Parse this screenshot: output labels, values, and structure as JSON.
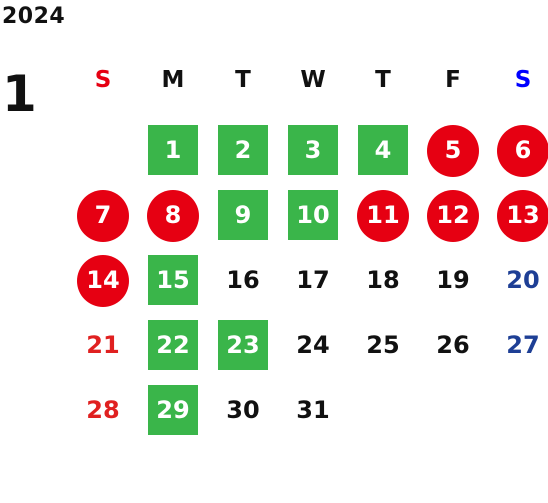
{
  "calendar": {
    "year": "2024",
    "month": "1",
    "colors": {
      "sunday": "#e60012",
      "saturday": "#0000ff",
      "holiday_bg": "#e60012",
      "business_bg": "#3ab54a",
      "weekday_text": "#111111",
      "weekend_number": "#1e3f95"
    },
    "weekdays": [
      {
        "label": "S",
        "color": "#e60012"
      },
      {
        "label": "M",
        "color": "#111111"
      },
      {
        "label": "T",
        "color": "#111111"
      },
      {
        "label": "W",
        "color": "#111111"
      },
      {
        "label": "T",
        "color": "#111111"
      },
      {
        "label": "F",
        "color": "#111111"
      },
      {
        "label": "S",
        "color": "#0000ff"
      }
    ],
    "weeks": [
      [
        null,
        {
          "day": "1",
          "style": "green"
        },
        {
          "day": "2",
          "style": "green"
        },
        {
          "day": "3",
          "style": "green"
        },
        {
          "day": "4",
          "style": "green"
        },
        {
          "day": "5",
          "style": "red"
        },
        {
          "day": "6",
          "style": "red"
        }
      ],
      [
        {
          "day": "7",
          "style": "red"
        },
        {
          "day": "8",
          "style": "red"
        },
        {
          "day": "9",
          "style": "green"
        },
        {
          "day": "10",
          "style": "green"
        },
        {
          "day": "11",
          "style": "red"
        },
        {
          "day": "12",
          "style": "red"
        },
        {
          "day": "13",
          "style": "red"
        }
      ],
      [
        {
          "day": "14",
          "style": "red"
        },
        {
          "day": "15",
          "style": "green"
        },
        {
          "day": "16",
          "style": "plain"
        },
        {
          "day": "17",
          "style": "plain"
        },
        {
          "day": "18",
          "style": "plain"
        },
        {
          "day": "19",
          "style": "plain"
        },
        {
          "day": "20",
          "style": "plain",
          "text_color": "#1e3f95"
        }
      ],
      [
        {
          "day": "21",
          "style": "plain",
          "text_color": "#e02020"
        },
        {
          "day": "22",
          "style": "green"
        },
        {
          "day": "23",
          "style": "green"
        },
        {
          "day": "24",
          "style": "plain"
        },
        {
          "day": "25",
          "style": "plain"
        },
        {
          "day": "26",
          "style": "plain"
        },
        {
          "day": "27",
          "style": "plain",
          "text_color": "#1e3f95"
        }
      ],
      [
        {
          "day": "28",
          "style": "plain",
          "text_color": "#e02020"
        },
        {
          "day": "29",
          "style": "green"
        },
        {
          "day": "30",
          "style": "plain"
        },
        {
          "day": "31",
          "style": "plain"
        },
        null,
        null,
        null
      ]
    ]
  }
}
